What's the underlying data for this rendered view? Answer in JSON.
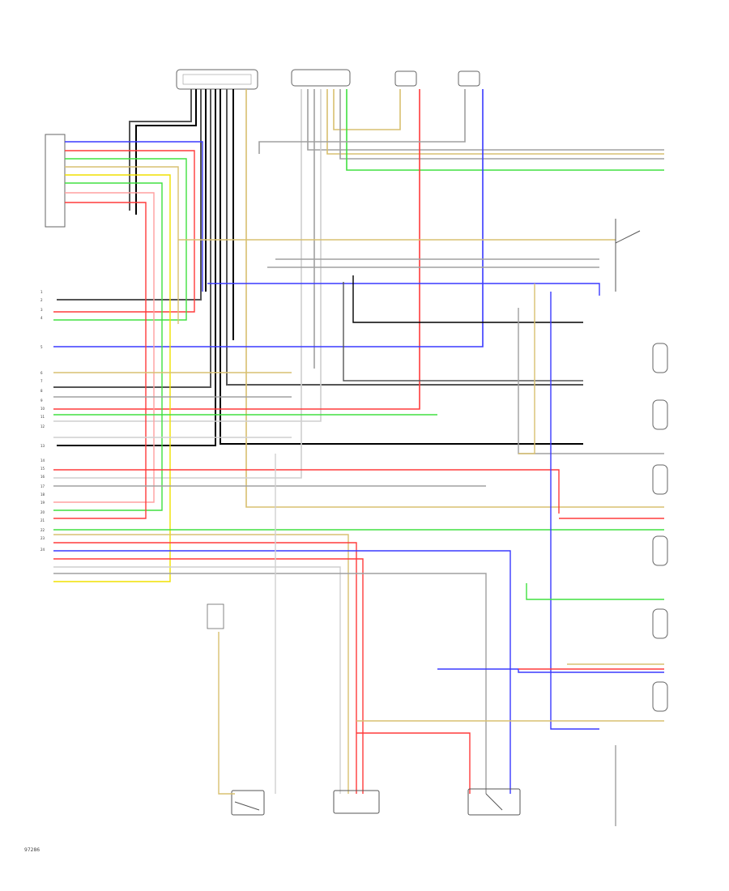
{
  "diagram_id": "97286",
  "pin_numbers": [
    "1",
    "2",
    "3",
    "4",
    "5",
    "6",
    "7",
    "8",
    "9",
    "10",
    "11",
    "12",
    "13",
    "14",
    "15",
    "16",
    "17",
    "18",
    "19",
    "20",
    "21",
    "22",
    "23",
    "24"
  ],
  "colors": {
    "red": "#ff3b3b",
    "green": "#40e040",
    "blue": "#3a3aff",
    "yellow": "#f0e000",
    "tan": "#d8c070",
    "black": "#000000",
    "dark_gray": "#555555",
    "gray": "#a0a0a0",
    "light_gray": "#cfcfcf",
    "pink": "#ffa0a0",
    "violet": "#9a60ff"
  }
}
